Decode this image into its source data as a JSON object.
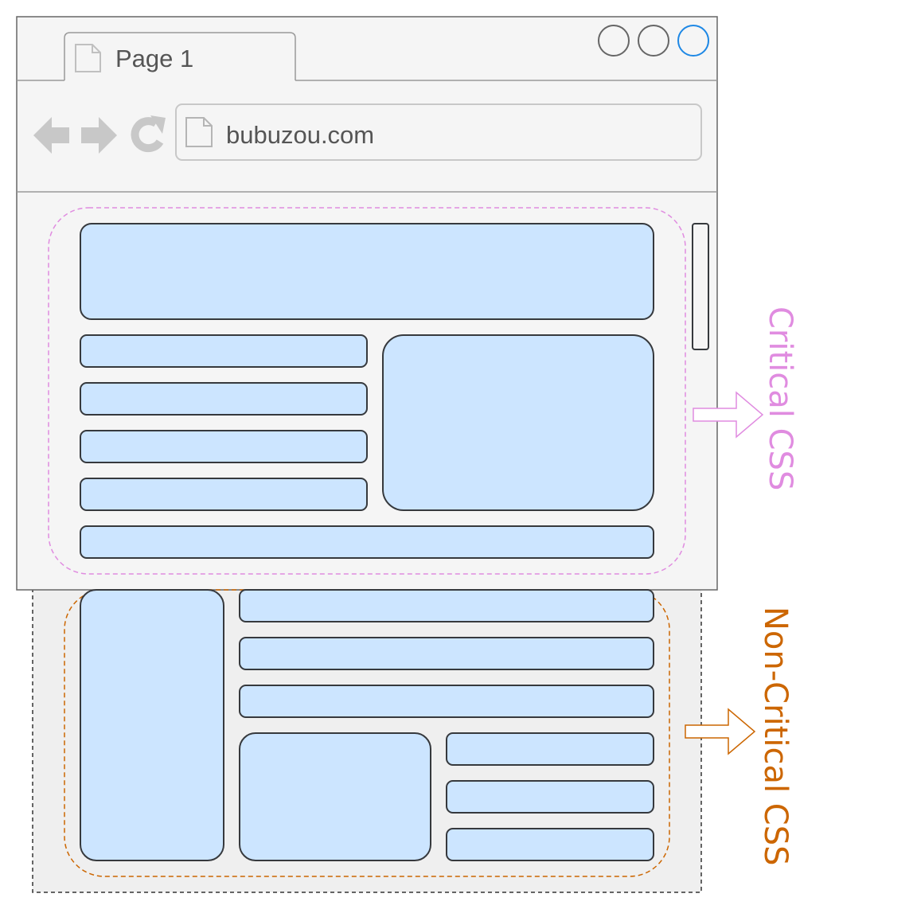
{
  "browser": {
    "tab_title": "Page 1",
    "url": "bubuzou.com",
    "window_buttons": [
      "minimize-circle",
      "maximize-circle",
      "close-circle"
    ],
    "nav_icons": [
      "back-arrow-icon",
      "forward-arrow-icon",
      "refresh-icon"
    ],
    "page_icon": "file-icon"
  },
  "regions": {
    "critical": {
      "label": "Critical CSS",
      "color": "#e08ce0"
    },
    "non_critical": {
      "label": "Non-Critical CSS",
      "color": "#cc6600"
    }
  },
  "colors": {
    "block_fill": "#cce5ff",
    "block_stroke": "#36393d",
    "browser_fill": "#f5f5f5",
    "below_fold_fill": "#efefef",
    "accent_button": "#1e88e5"
  }
}
